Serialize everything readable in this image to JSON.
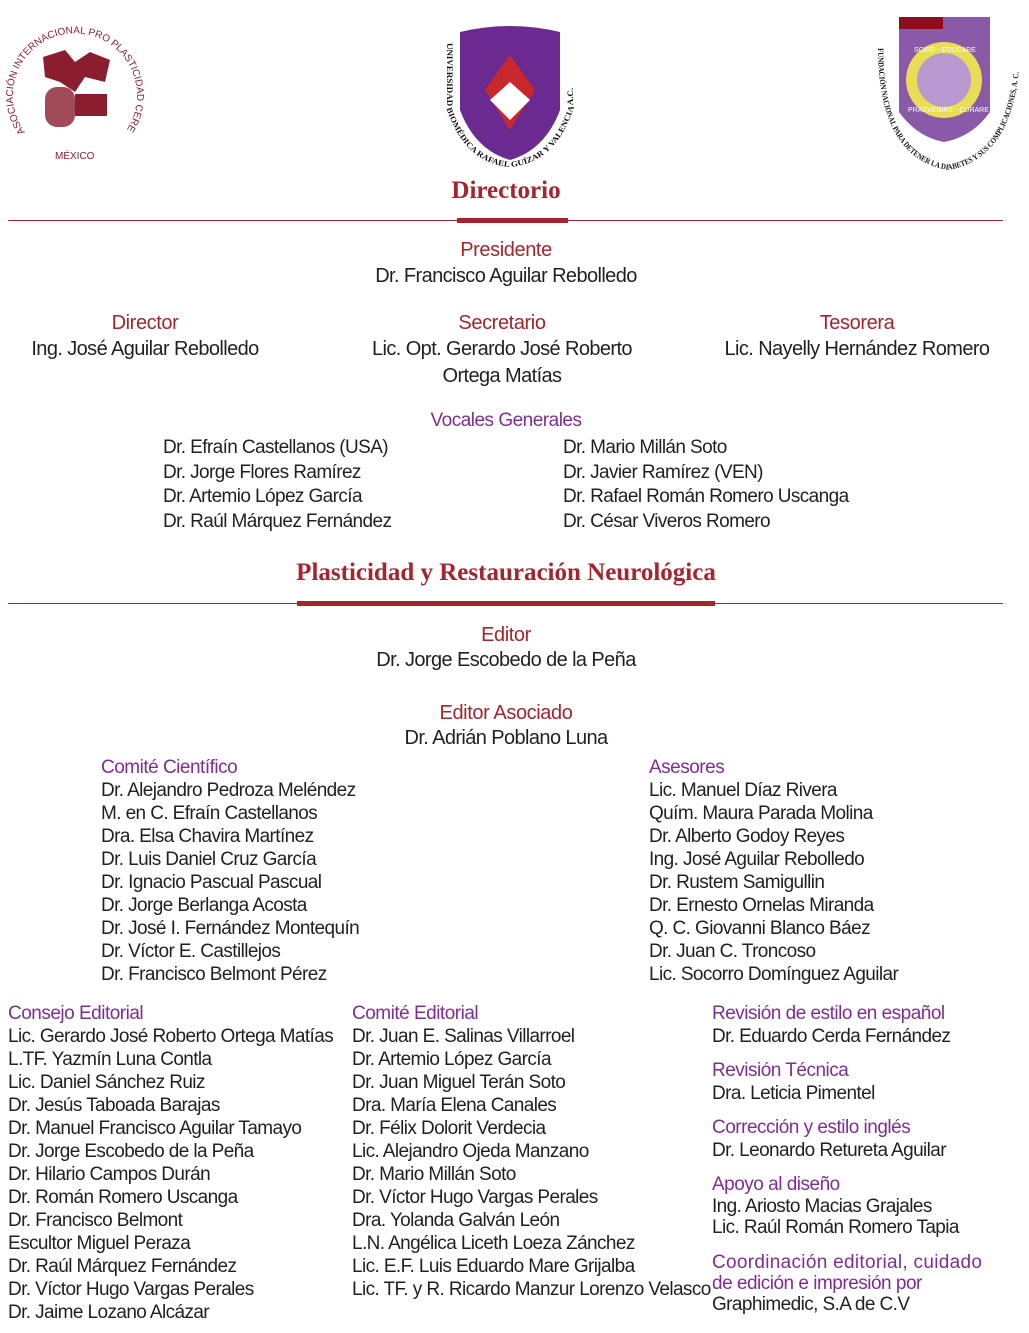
{
  "logos": {
    "left": {
      "text": "ASOCIACIÓN INTERNACIONAL PRO PLASTICIDAD CEREBRAL A.C.",
      "sub": "MÉXICO"
    },
    "center": {
      "text": "UNIVERSIDAD BIOMÉDICA RAFAEL GUÍZAR Y VALENCIA A.C."
    },
    "right": {
      "text": "FUNDACIÓN NACIONAL PARA DETENER LA DIABETES Y SUS COMPLICACIONES, A. C.",
      "motto_top": "SCIRE - EDUCARE",
      "motto_bottom": "PRAEVENIRE - CURARE"
    }
  },
  "directorio": {
    "title": "Directorio",
    "presidente": {
      "role": "Presidente",
      "name": "Dr. Francisco Aguilar Rebolledo"
    },
    "director": {
      "role": "Director",
      "name": "Ing. José Aguilar Rebolledo"
    },
    "secretario": {
      "role": "Secretario",
      "name1": "Lic. Opt. Gerardo José Roberto",
      "name2": "Ortega Matías"
    },
    "tesorera": {
      "role": "Tesorera",
      "name": "Lic. Nayelly Hernández Romero"
    },
    "vocales": {
      "title": "Vocales Generales",
      "left": [
        "Dr. Efraín Castellanos (USA)",
        "Dr. Jorge Flores Ramírez",
        "Dr. Artemio López García",
        "Dr. Raúl Márquez Fernández"
      ],
      "right": [
        "Dr. Mario Millán Soto",
        "Dr. Javier Ramírez (VEN)",
        "Dr. Rafael Román Romero Uscanga",
        "Dr. César Viveros Romero"
      ]
    }
  },
  "revista": {
    "title": "Plasticidad y Restauración Neurológica",
    "editor": {
      "role": "Editor",
      "name": "Dr. Jorge Escobedo de la Peña"
    },
    "editor_asociado": {
      "role": "Editor Asociado",
      "name": "Dr. Adrián Poblano Luna"
    },
    "comite_cientifico": {
      "title": "Comité Científico",
      "members": [
        "Dr. Alejandro Pedroza Meléndez",
        "M. en C. Efraín Castellanos",
        "Dra. Elsa Chavira Martínez",
        "Dr. Luis Daniel Cruz García",
        "Dr. Ignacio Pascual Pascual",
        "Dr. Jorge Berlanga Acosta",
        "Dr. José I. Fernández Montequín",
        "Dr. Víctor E. Castillejos",
        "Dr. Francisco Belmont Pérez"
      ]
    },
    "asesores": {
      "title": "Asesores",
      "members": [
        "Lic. Manuel Díaz Rivera",
        "Quím. Maura Parada Molina",
        "Dr. Alberto Godoy Reyes",
        "Ing. José Aguilar Rebolledo",
        "Dr. Rustem Samigullin",
        "Dr. Ernesto Ornelas Miranda",
        "Q. C. Giovanni Blanco Báez",
        "Dr. Juan C. Troncoso",
        "Lic. Socorro Domínguez Aguilar"
      ]
    },
    "consejo_editorial": {
      "title": "Consejo Editorial",
      "members": [
        "Lic. Gerardo José Roberto Ortega Matías",
        "L.TF. Yazmín Luna Contla",
        "Lic. Daniel Sánchez Ruiz",
        "Dr. Jesús Taboada Barajas",
        "Dr. Manuel Francisco Aguilar Tamayo",
        "Dr. Jorge Escobedo de la Peña",
        "Dr. Hilario Campos Durán",
        "Dr. Román Romero Uscanga",
        "Dr. Francisco Belmont",
        "Escultor Miguel Peraza",
        "Dr. Raúl Márquez Fernández",
        "Dr. Víctor Hugo Vargas Perales",
        "Dr. Jaime Lozano Alcázar"
      ]
    },
    "comite_editorial": {
      "title": "Comité Editorial",
      "members": [
        "Dr. Juan E. Salinas Villarroel",
        "Dr. Artemio López García",
        "Dr. Juan Miguel Terán Soto",
        "Dra. María Elena Canales",
        "Dr. Félix Dolorit Verdecia",
        "Lic. Alejandro Ojeda Manzano",
        "Dr. Mario Millán Soto",
        "Dr. Víctor Hugo Vargas Perales",
        "Dra. Yolanda Galván León",
        "L.N. Angélica Liceth Loeza Zánchez",
        "Lic. E.F. Luis Eduardo Mare Grijalba",
        "Lic. TF. y R. Ricardo Manzur Lorenzo Velasco"
      ]
    },
    "revision_espanol": {
      "title": "Revisión de estilo en español",
      "names": [
        "Dr. Eduardo Cerda Fernández"
      ]
    },
    "revision_tecnica": {
      "title": "Revisión Técnica",
      "names": [
        "Dra. Leticia Pimentel"
      ]
    },
    "correccion_ingles": {
      "title": "Corrección y estilo inglés",
      "names": [
        "Dr. Leonardo Retureta Aguilar"
      ]
    },
    "apoyo_diseno": {
      "title": "Apoyo al diseño",
      "names": [
        "Ing. Ariosto Macias Grajales",
        "Lic. Raúl Román Romero Tapia"
      ]
    },
    "coordinacion": {
      "title1": "Coordinación editorial, cuidado",
      "title2": "de edición e impresión por",
      "names": [
        "Graphimedic, S.A de C.V"
      ]
    }
  }
}
